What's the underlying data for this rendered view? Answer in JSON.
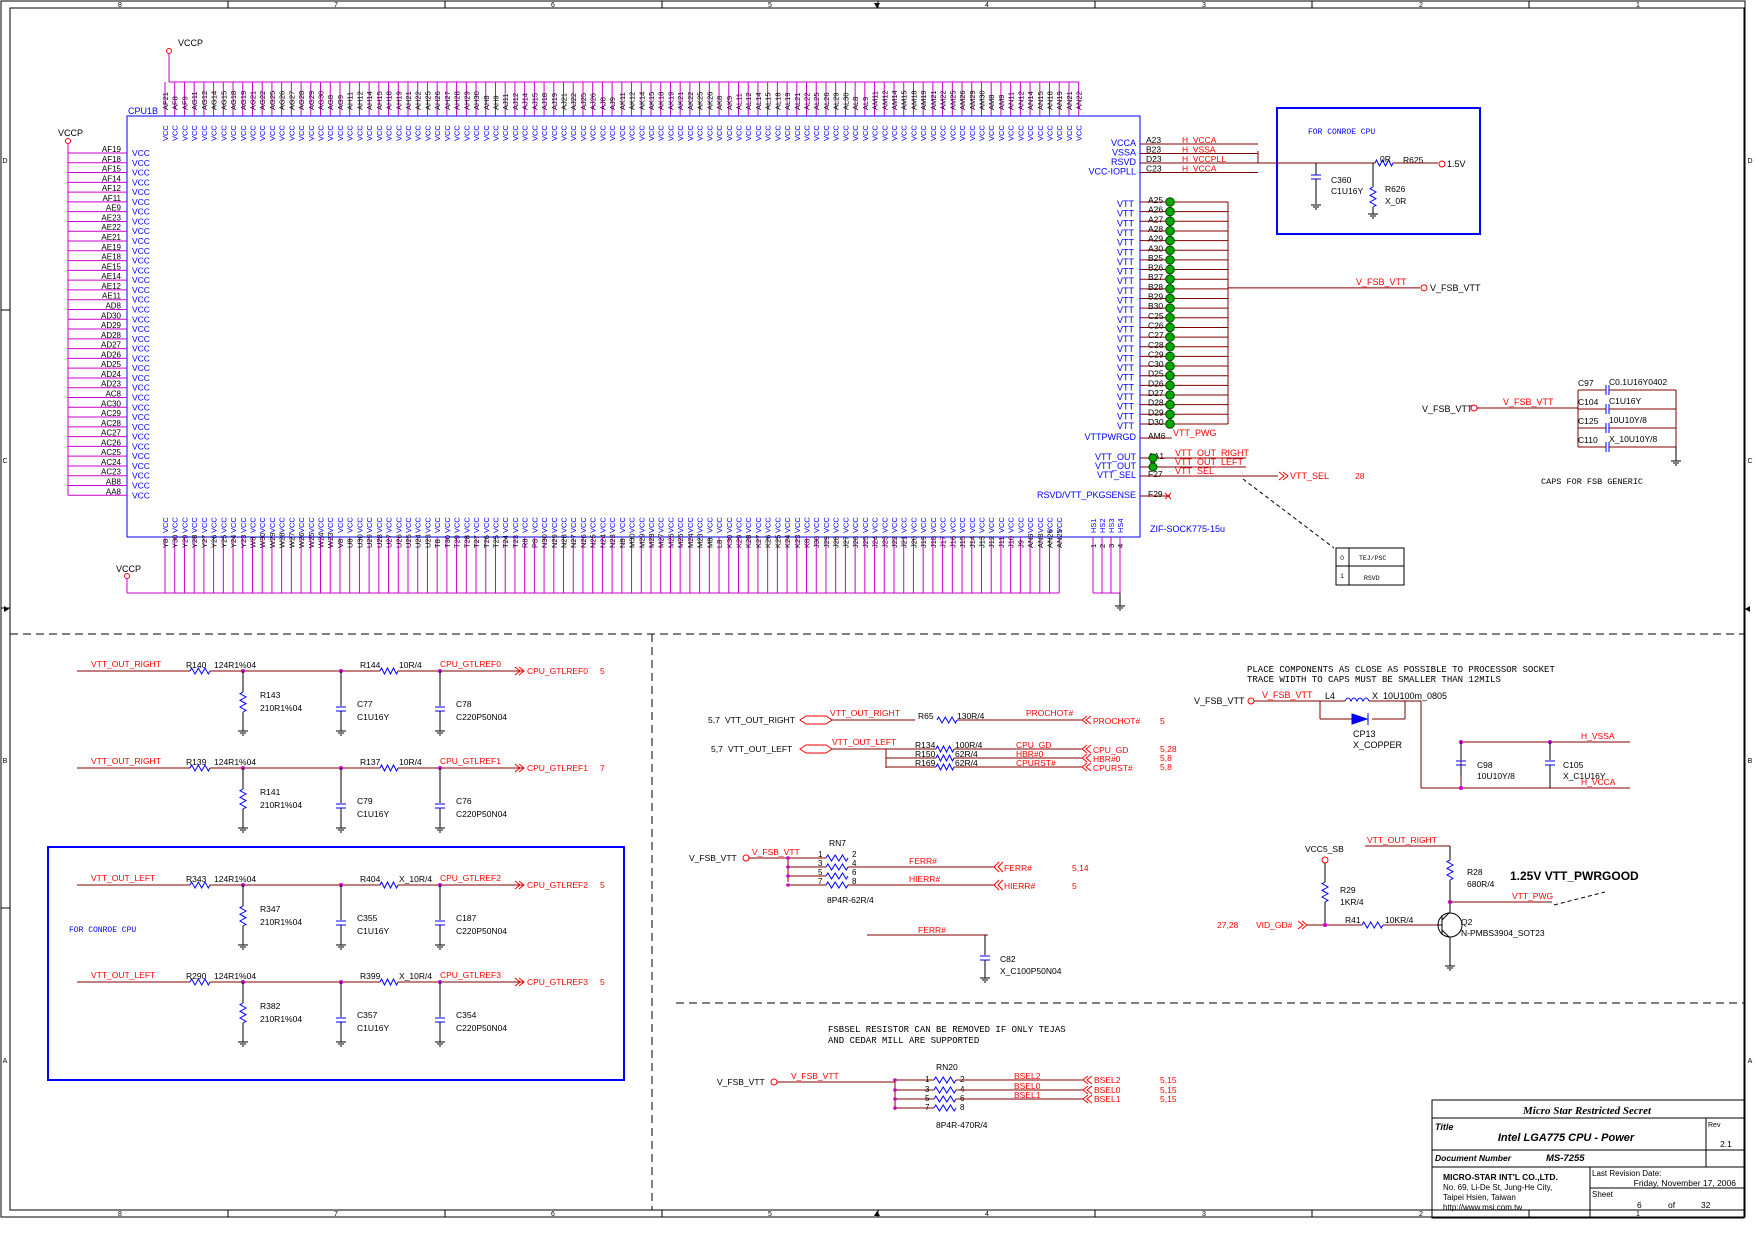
{
  "frame": {
    "col_labels": [
      "8",
      "7",
      "6",
      "5",
      "4",
      "3",
      "2",
      "1"
    ],
    "row_labels": [
      "D",
      "C",
      "B",
      "A"
    ]
  },
  "cpu": {
    "ref": "CPU1B",
    "part": "ZIF-SOCK775-15u",
    "vccp_top": "VCCP",
    "vccp_left": "VCCP",
    "vccp_bottom": "VCCP",
    "pin_name_vcc": "VCC",
    "pin_name_vtt": "VTT",
    "left_pins": [
      "AF19",
      "AF18",
      "AF15",
      "AF14",
      "AF12",
      "AF11",
      "AE9",
      "AE23",
      "AE22",
      "AE21",
      "AE19",
      "AE18",
      "AE15",
      "AE14",
      "AE12",
      "AE11",
      "AD8",
      "AD30",
      "AD29",
      "AD28",
      "AD27",
      "AD26",
      "AD25",
      "AD24",
      "AD23",
      "AC8",
      "AC30",
      "AC29",
      "AC28",
      "AC27",
      "AC26",
      "AC25",
      "AC24",
      "AC23",
      "AB8",
      "AA8"
    ],
    "top_pins": [
      "AF21",
      "AF8",
      "AF9",
      "AG11",
      "AG12",
      "AG14",
      "AG15",
      "AG18",
      "AG19",
      "AG21",
      "AG22",
      "AG25",
      "AG26",
      "AG27",
      "AG28",
      "AG29",
      "AG30",
      "AG8",
      "AG9",
      "AH11",
      "AH12",
      "AH14",
      "AH15",
      "AH18",
      "AH19",
      "AH21",
      "AH22",
      "AH25",
      "AH26",
      "AH27",
      "AH28",
      "AH29",
      "AH30",
      "AH8",
      "AH9",
      "AJ11",
      "AJ12",
      "AJ14",
      "AJ15",
      "AJ18",
      "AJ19",
      "AJ21",
      "AJ22",
      "AJ25",
      "AJ26",
      "AJ8",
      "AJ9",
      "AK11",
      "AK12",
      "AK14",
      "AK15",
      "AK18",
      "AK19",
      "AK21",
      "AK22",
      "AK25",
      "AK26",
      "AK8",
      "AK9",
      "AL11",
      "AL12",
      "AL14",
      "AL15",
      "AL18",
      "AL19",
      "AL21",
      "AL22",
      "AL25",
      "AL26",
      "AL29",
      "AL30",
      "AL8",
      "AL9",
      "AM11",
      "AM12",
      "AM14",
      "AM15",
      "AM18",
      "AM19",
      "AM21",
      "AM22",
      "AM25",
      "AM26",
      "AM29",
      "AM30",
      "AM8",
      "AM9",
      "AN11",
      "AN12",
      "AN14",
      "AN15",
      "AN18",
      "AN19",
      "AN21",
      "AN22"
    ],
    "bottom_pins": [
      "Y8",
      "Y30",
      "Y29",
      "Y28",
      "Y27",
      "Y26",
      "Y25",
      "Y24",
      "Y23",
      "W8",
      "W30",
      "W29",
      "W28",
      "W27",
      "W26",
      "W25",
      "W24",
      "W23",
      "V8",
      "U8",
      "U30",
      "U29",
      "U28",
      "U27",
      "U26",
      "U25",
      "U24",
      "U23",
      "T8",
      "T30",
      "T29",
      "T28",
      "T27",
      "T26",
      "T25",
      "T24",
      "T23",
      "R8",
      "P8",
      "N30",
      "N29",
      "N28",
      "N27",
      "N26",
      "N25",
      "N24",
      "N23",
      "N8",
      "M30",
      "M29",
      "M28",
      "M27",
      "M26",
      "M25",
      "M24",
      "M23",
      "M8",
      "L8",
      "K30",
      "K29",
      "K28",
      "K27",
      "K26",
      "K25",
      "K24",
      "K23",
      "K8",
      "J30",
      "J29",
      "J28",
      "J27",
      "J26",
      "J25",
      "J24",
      "J23",
      "J22",
      "J21",
      "J20",
      "J19",
      "J18",
      "J17",
      "J16",
      "J15",
      "J14",
      "J13",
      "J12",
      "J11",
      "J10",
      "J9",
      "AN9",
      "AN8",
      "AN26",
      "AN25"
    ],
    "hs_pins": [
      "HS1",
      "HS2",
      "HS3",
      "HS4"
    ],
    "hs_nums": [
      "1",
      "2",
      "3",
      "4"
    ],
    "right_top": [
      {
        "name": "VCCA",
        "pin": "A23",
        "net": "H_VCCA"
      },
      {
        "name": "VSSA",
        "pin": "B23",
        "net": "H_VSSA"
      },
      {
        "name": "RSVD",
        "pin": "D23",
        "net": "H_VCCPLL"
      },
      {
        "name": "VCC-IOPLL",
        "pin": "C23",
        "net": "H_VCCA"
      }
    ],
    "vtt_pins": [
      "A25",
      "A26",
      "A27",
      "A28",
      "A29",
      "A30",
      "B25",
      "B26",
      "B27",
      "B28",
      "B29",
      "B30",
      "C25",
      "C26",
      "C27",
      "C28",
      "C29",
      "C30",
      "D25",
      "D26",
      "D27",
      "D28",
      "D29",
      "D30"
    ],
    "right_bottom": [
      {
        "name": "VTTPWRGD",
        "pin": "AM6",
        "net": "VTT_PWG"
      },
      {
        "name": "VTT_OUT",
        "pin": "AA1",
        "net": "VTT_OUT_RIGHT"
      },
      {
        "name": "VTT_OUT",
        "pin": "J1",
        "net": "VTT_OUT_LEFT"
      },
      {
        "name": "VTT_SEL",
        "pin": "F27",
        "net": "VTT_SEL"
      },
      {
        "name": "RSVD/VTT_PKGSENSE",
        "pin": "F29",
        "net": ""
      }
    ],
    "vtt_sel_port": "VTT_SEL",
    "vtt_sel_page": "28",
    "v_fsb_net": "V_FSB_VTT",
    "v_fsb_port": "V_FSB_VTT"
  },
  "conroe_box": {
    "title": "FOR CONROE CPU",
    "r625": "R625",
    "r625_val": "0R",
    "rail": "1.5V",
    "c360": "C360",
    "c360_val": "C1U16Y",
    "r626": "R626",
    "r626_val": "X_0R"
  },
  "fsb_caps": {
    "port": "V_FSB_VTT",
    "net": "V_FSB_VTT",
    "caps": [
      {
        "ref": "C97",
        "val": "C0.1U16Y0402"
      },
      {
        "ref": "C104",
        "val": "C1U16Y"
      },
      {
        "ref": "C125",
        "val": "10U10Y/8"
      },
      {
        "ref": "C110",
        "val": "X_10U10Y/8"
      }
    ],
    "note": "CAPS FOR FSB GENERIC"
  },
  "tej_table": {
    "rows": [
      [
        "0",
        "TEJ/PSC"
      ],
      [
        "1",
        "RSVD"
      ]
    ]
  },
  "gtlref": {
    "blocks": [
      {
        "in": "VTT_OUT_RIGHT",
        "r1": "R140",
        "r1v": "124R1%04",
        "r2": "R143",
        "r2v": "210R1%04",
        "ra": "R144",
        "rav": "10R/4",
        "c1": "C77",
        "c1v": "C1U16Y",
        "c2": "C78",
        "c2v": "C220P50N04",
        "out": "CPU_GTLREF0",
        "port": "CPU_GTLREF0",
        "page": "5"
      },
      {
        "in": "VTT_OUT_RIGHT",
        "r1": "R139",
        "r1v": "124R1%04",
        "r2": "R141",
        "r2v": "210R1%04",
        "ra": "R137",
        "rav": "10R/4",
        "c1": "C79",
        "c1v": "C1U16Y",
        "c2": "C76",
        "c2v": "C220P50N04",
        "out": "CPU_GTLREF1",
        "port": "CPU_GTLREF1",
        "page": "7"
      },
      {
        "in": "VTT_OUT_LEFT",
        "r1": "R343",
        "r1v": "124R1%04",
        "r2": "R347",
        "r2v": "210R1%04",
        "ra": "R404",
        "rav": "X_10R/4",
        "c1": "C355",
        "c1v": "C1U16Y",
        "c2": "C187",
        "c2v": "C220P50N04",
        "out": "CPU_GTLREF2",
        "port": "CPU_GTLREF2",
        "page": "5"
      },
      {
        "in": "VTT_OUT_LEFT",
        "r1": "R290",
        "r1v": "124R1%04",
        "r2": "R382",
        "r2v": "210R1%04",
        "ra": "R399",
        "rav": "X_10R/4",
        "c1": "C357",
        "c1v": "C1U16Y",
        "c2": "C354",
        "c2v": "C220P50N04",
        "out": "CPU_GTLREF3",
        "port": "CPU_GTLREF3",
        "page": "5"
      }
    ],
    "conroe_note": "FOR CONROE CPU"
  },
  "prochot": {
    "right_page": "5,7",
    "right_port": "VTT_OUT_RIGHT",
    "right_net": "VTT_OUT_RIGHT",
    "left_page": "5,7",
    "left_port": "VTT_OUT_LEFT",
    "left_net": "VTT_OUT_LEFT",
    "r65": "R65",
    "r65v": "130R/4",
    "r134": "R134",
    "r134v": "100R/4",
    "r150": "R150",
    "r150v": "62R/4",
    "r169": "R169",
    "r169v": "62R/4",
    "outputs": [
      {
        "net": "PROCHOT#",
        "port": "PROCHOT#",
        "page": "5"
      },
      {
        "net": "CPU_GD",
        "port": "CPU_GD",
        "page": "5,28"
      },
      {
        "net": "HBR#0",
        "port": "HBR#0",
        "page": "5,8"
      },
      {
        "net": "CPURST#",
        "port": "CPURST#",
        "page": "5,8"
      }
    ]
  },
  "rn7": {
    "port": "V_FSB_VTT",
    "net": "V_FSB_VTT",
    "ref": "RN7",
    "val": "8P4R-62R/4",
    "pins": [
      "1",
      "2",
      "3",
      "4",
      "5",
      "6",
      "7",
      "8"
    ],
    "ferr_net": "FERR#",
    "ferr_port": "FERR#",
    "ferr_page": "5,14",
    "hierr_net": "HIERR#",
    "hierr_port": "HIERR#",
    "hierr_page": "5"
  },
  "c82": {
    "net": "FERR#",
    "ref": "C82",
    "val": "X_C100P50N04"
  },
  "l4": {
    "note1": "PLACE COMPONENTS AS CLOSE AS POSSIBLE TO PROCESSOR SOCKET",
    "note2": "TRACE WIDTH TO CAPS MUST BE SMALLER THAN 12MILS",
    "port": "V_FSB_VTT",
    "net": "V_FSB_VTT",
    "ref": "L4",
    "val": "X_10U100m_0805",
    "cp": "CP13",
    "cpv": "X_COPPER",
    "c98": "C98",
    "c98v": "10U10Y/8",
    "c105": "C105",
    "c105v": "X_C1U16Y",
    "vssa": "H_VSSA",
    "vcca": "H_VCCA"
  },
  "pwrgood": {
    "vcc5": "VCC5_SB",
    "vtt_net": "VTT_OUT_RIGHT",
    "r28": "R28",
    "r28v": "680R/4",
    "r29": "R29",
    "r29v": "1KR/4",
    "r41": "R41",
    "r41v": "10KR/4",
    "q2": "Q2",
    "q2v": "N-PMBS3904_SOT23",
    "vid_page": "27,28",
    "vid_port": "VID_GD#",
    "pwg_net": "VTT_PWG",
    "title": "1.25V VTT_PWRGOOD"
  },
  "rn20": {
    "note1": "FSBSEL RESISTOR CAN BE REMOVED IF ONLY TEJAS",
    "note2": "AND CEDAR MILL ARE SUPPORTED",
    "port": "V_FSB_VTT",
    "net": "V_FSB_VTT",
    "ref": "RN20",
    "val": "8P4R-470R/4",
    "pins": [
      "1",
      "2",
      "3",
      "4",
      "5",
      "6",
      "7",
      "8"
    ],
    "outs": [
      {
        "net": "BSEL2",
        "port": "BSEL2",
        "page": "5,15"
      },
      {
        "net": "BSEL0",
        "port": "BSEL0",
        "page": "5,15"
      },
      {
        "net": "BSEL1",
        "port": "BSEL1",
        "page": "5,15"
      }
    ]
  },
  "titleblock": {
    "secret": "Micro Star Restricted Secret",
    "title_lbl": "Title",
    "title": "Intel LGA775 CPU - Power",
    "rev_lbl": "Rev",
    "rev": "2.1",
    "docnum_lbl": "Document Number",
    "docnum": "MS-7255",
    "company": "MICRO-STAR INT'L CO.,LTD.",
    "addr1": "No. 69, Li-De St, Jung-He City,",
    "addr2": "Taipei Hsien, Taiwan",
    "url": "http://www.msi.com.tw",
    "lastrev_lbl": "Last Revision Date:",
    "lastrev": "Friday, November 17, 2006",
    "sheet_lbl": "Sheet",
    "sheet": "6",
    "of": "of",
    "total": "32"
  }
}
